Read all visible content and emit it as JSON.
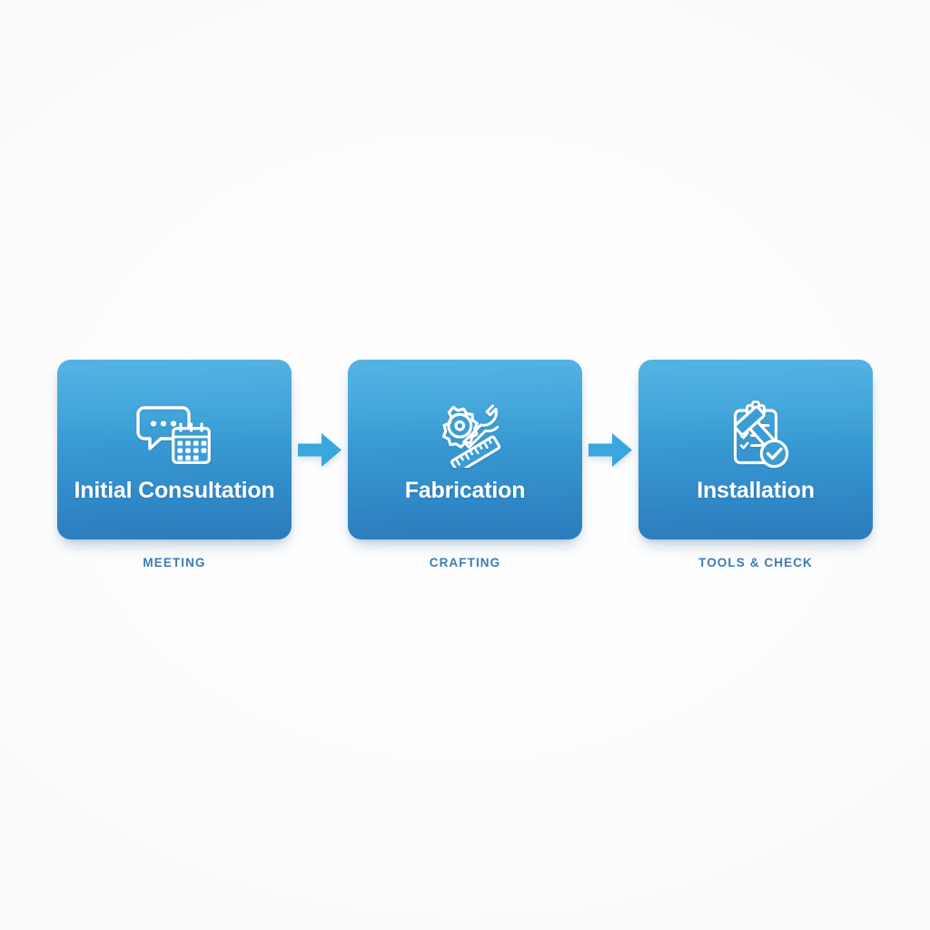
{
  "diagram": {
    "title": "Three-step service process flow",
    "background_color": "#fdfdfd",
    "card_gradient_top": "#42abe0",
    "card_gradient_bottom": "#2c7bbd",
    "arrow_color": "#3aa6de",
    "caption_color": "#3b7cb5",
    "title_color": "#ffffff"
  },
  "steps": [
    {
      "title": "Initial Consultation",
      "caption": "MEETING",
      "icon": "speech-bubble-calendar-icon"
    },
    {
      "title": "Fabrication",
      "caption": "CRAFTING",
      "icon": "saw-blade-wrench-ruler-icon"
    },
    {
      "title": "Installation",
      "caption": "TOOLS & CHECK",
      "icon": "clipboard-hammer-check-icon"
    }
  ],
  "connectors": [
    {
      "icon": "arrow-right-icon"
    },
    {
      "icon": "arrow-right-icon"
    }
  ]
}
